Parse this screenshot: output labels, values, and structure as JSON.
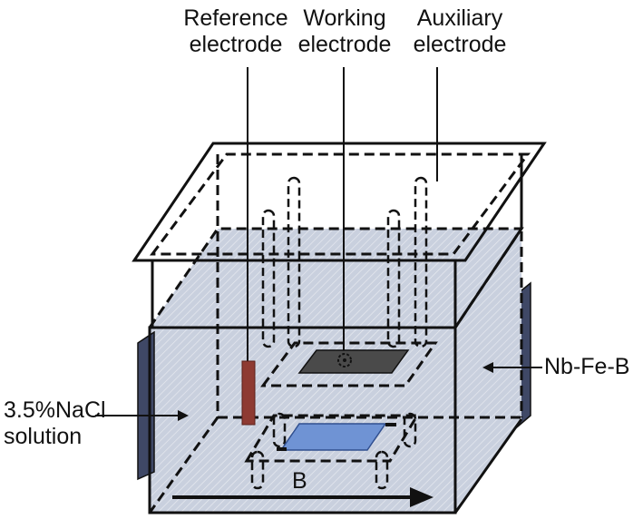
{
  "labels": {
    "reference_electrode": [
      "Reference",
      "electrode"
    ],
    "working_electrode": [
      "Working",
      "electrode"
    ],
    "auxiliary_electrode": [
      "Auxiliary",
      "electrode"
    ],
    "magnet": "Nb-Fe-B",
    "solution": [
      "3.5%NaCl",
      "solution"
    ],
    "field": "B"
  },
  "colors": {
    "solution_fill": "#c9d0de",
    "magnet": "#3f4866",
    "reference_electrode": "#8e3a32",
    "working_sample": "#4a4a4a",
    "lower_sample": "#6f93d4",
    "line": "#111111"
  }
}
